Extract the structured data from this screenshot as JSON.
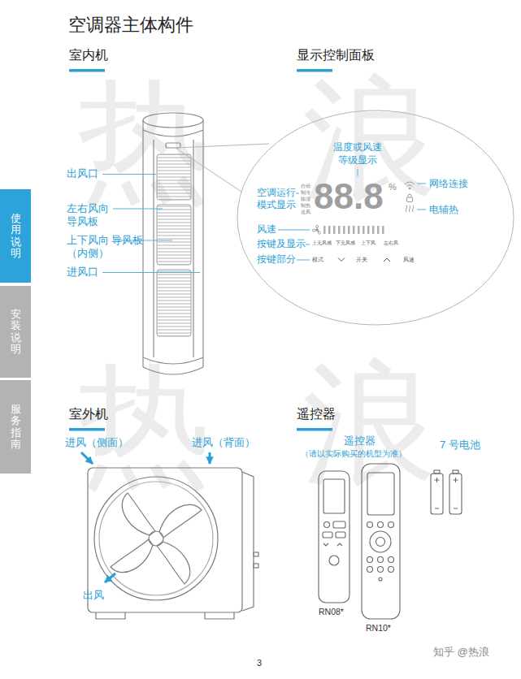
{
  "diagram": {
    "title": "空调器主体构件",
    "nodes": [
      {
        "text": [
          "使用说明"
        ]
      },
      {
        "text": [
          "安装说明"
        ]
      },
      {
        "text": [
          "服务指南"
        ]
      }
    ],
    "labels": [
      "室内机",
      "显示控制面板",
      "出风口",
      "左右风向 导风板",
      "上下风向 导风板（内侧）",
      "进风口",
      "温度或风速 等级显示",
      "网络连接",
      "空调运行 模式显示",
      "电辅热",
      "风速",
      "按键及显示",
      "按键部分",
      "自动",
      "制冷",
      "除湿",
      "制热",
      "送风",
      "88.8",
      "%",
      "上无风感",
      "下无风感",
      "上下风",
      "左右风",
      "模式",
      "开关",
      "风速",
      "室外机",
      "遥控器",
      "进风（侧面）",
      "进风（背面）",
      "出风",
      "遥控器",
      "（请以实际购买的机型为准）",
      "7 号电池",
      "RN08*",
      "RN10*",
      "3",
      "知乎 @热浪",
      "热",
      "浪",
      "热",
      "浪"
    ]
  }
}
